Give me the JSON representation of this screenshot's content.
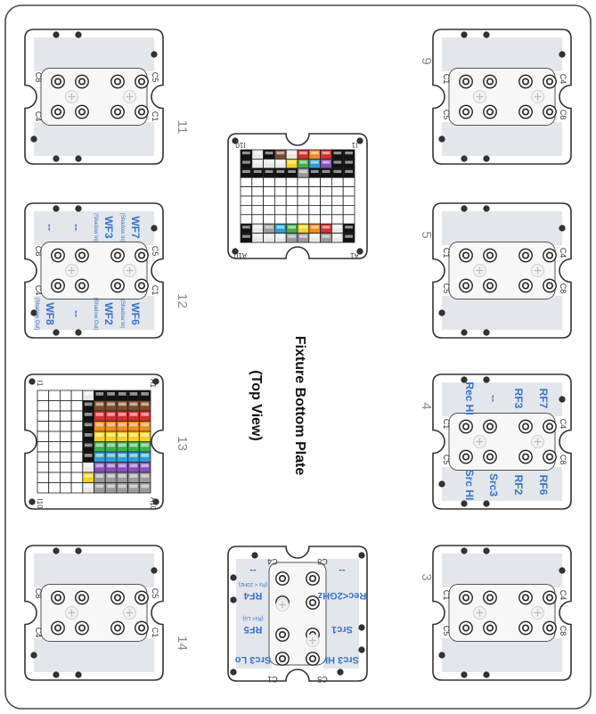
{
  "title": {
    "line1": "Fixture Bottom Plate",
    "line2": "(Top View)"
  },
  "colors": {
    "outline": "#4a4a4a",
    "pad": "#e3e6ea",
    "label_blue": "#3a73c8",
    "number_gray": "#8a8a8a",
    "cell_palette": [
      "#111111",
      "#7a4a2a",
      "#d92b2b",
      "#f08a1c",
      "#f2d21b",
      "#3fae49",
      "#2a9fd6",
      "#8a4fbf",
      "#9a9a9a",
      "#e8e8e8"
    ]
  },
  "corner_labels": {
    "c1": "C1",
    "c4": "C4",
    "c5": "C5",
    "c8": "C8"
  },
  "blank_modules": [
    {
      "id": "m11",
      "number": "11",
      "orientation": "left"
    },
    {
      "id": "m14",
      "number": "14",
      "orientation": "left"
    },
    {
      "id": "m9",
      "number": "9",
      "orientation": "right"
    },
    {
      "id": "m5",
      "number": "5",
      "orientation": "right"
    },
    {
      "id": "m3",
      "number": "3",
      "orientation": "right"
    }
  ],
  "module12": {
    "number": "12",
    "top_labels": [
      "--",
      "--",
      "WF3",
      "WF7"
    ],
    "top_sublabels": [
      "",
      "",
      "(Shadow In)",
      "(Shadow In)"
    ],
    "bottom_labels": [
      "WF8",
      "--",
      "WF2",
      "WF6"
    ],
    "bottom_sublabels": [
      "(Shadow Out)",
      "",
      "(Shadow Out)",
      "(Shadow In)"
    ]
  },
  "module4": {
    "number": "4",
    "top_labels": [
      "Rec HI",
      "--",
      "RF3",
      "RF7"
    ],
    "bottom_labels": [
      "Src HI",
      "Src3",
      "RF2",
      "RF6"
    ]
  },
  "module_bottom_center": {
    "left_labels": [
      "--",
      "RF4",
      "RF5",
      "Src3 Lo"
    ],
    "left_sublabels": [
      "",
      "(Rx < 20Hz)",
      "(Rx< Lo)",
      ""
    ],
    "right_labels": [
      "--",
      "Rec<2GHz",
      "Src1",
      "Src3 HI"
    ]
  },
  "grid_top": {
    "corners": {
      "tl": "I10",
      "tr": "I1",
      "bl": "A10",
      "br": "A1"
    }
  },
  "grid_left": {
    "number": "13",
    "corners": {
      "tl": "I1",
      "tr": "A1",
      "bl": "I10",
      "br": "A10"
    }
  }
}
